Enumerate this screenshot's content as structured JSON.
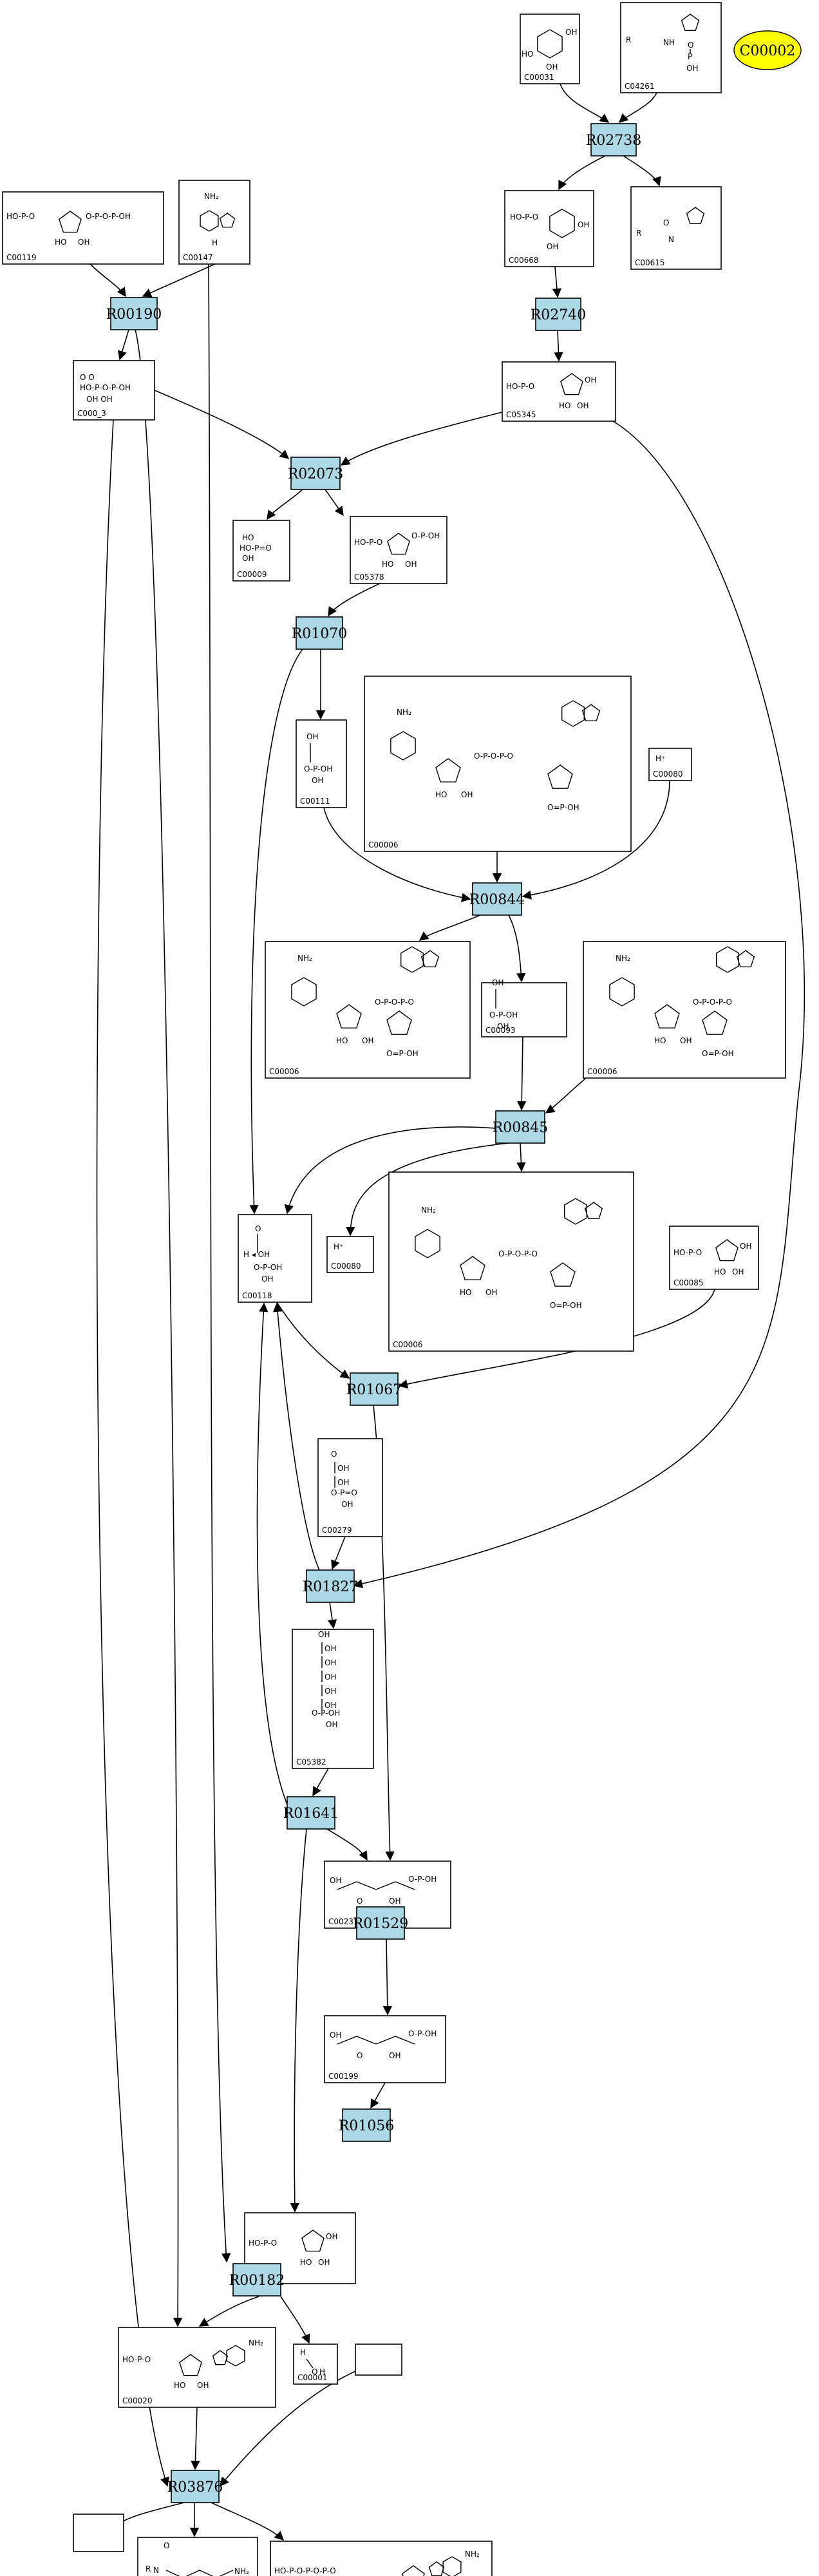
{
  "highlight": {
    "label": "C00002"
  },
  "reactions": [
    {
      "id": "R02738"
    },
    {
      "id": "R02740"
    },
    {
      "id": "R00190"
    },
    {
      "id": "R02073"
    },
    {
      "id": "R01070"
    },
    {
      "id": "R00844"
    },
    {
      "id": "R00845"
    },
    {
      "id": "R01067"
    },
    {
      "id": "R01827"
    },
    {
      "id": "R01641"
    },
    {
      "id": "R01529"
    },
    {
      "id": "R01056"
    },
    {
      "id": "R00182"
    },
    {
      "id": "R03876"
    }
  ],
  "compounds": [
    {
      "id": "C00031",
      "kind": "hexose"
    },
    {
      "id": "C04261",
      "kind": "phosphohistidine"
    },
    {
      "id": "C00668",
      "kind": "hexose-p"
    },
    {
      "id": "C00615",
      "kind": "histidine"
    },
    {
      "id": "C00119",
      "kind": "prpp"
    },
    {
      "id": "C00147",
      "kind": "adenine"
    },
    {
      "id": "C000_3",
      "kind": "pyrophosphate"
    },
    {
      "id": "C05345",
      "kind": "furanose-p"
    },
    {
      "id": "C00009",
      "kind": "phosphate"
    },
    {
      "id": "C05378",
      "kind": "furanose-pp"
    },
    {
      "id": "C00111",
      "kind": "triose-p"
    },
    {
      "id": "C00006",
      "kind": "nad"
    },
    {
      "id": "C00080",
      "kind": "proton",
      "formula": "H⁺"
    },
    {
      "id": "C00006",
      "kind": "nad"
    },
    {
      "id": "C00093",
      "kind": "triose-p"
    },
    {
      "id": "C00006",
      "kind": "nad"
    },
    {
      "id": "C00118",
      "kind": "glyceraldehyde-p"
    },
    {
      "id": "C00080",
      "kind": "proton",
      "formula": "H⁺"
    },
    {
      "id": "C00006",
      "kind": "nad"
    },
    {
      "id": "C00085",
      "kind": "furanose-p"
    },
    {
      "id": "C00279",
      "kind": "tetrose-p"
    },
    {
      "id": "C05382",
      "kind": "heptose-p"
    },
    {
      "id": "C00231",
      "kind": "pentulose-p"
    },
    {
      "id": "C00199",
      "kind": "pentulose-p"
    },
    {
      "id": "C00117",
      "kind": "furanose-p"
    },
    {
      "id": "C00020",
      "kind": "amp"
    },
    {
      "id": "C00001",
      "kind": "water"
    },
    {
      "id": "",
      "kind": "empty"
    },
    {
      "id": "",
      "kind": "empty"
    },
    {
      "id": "C02188",
      "kind": "lysine"
    },
    {
      "id": "C00002",
      "kind": "atp"
    }
  ]
}
